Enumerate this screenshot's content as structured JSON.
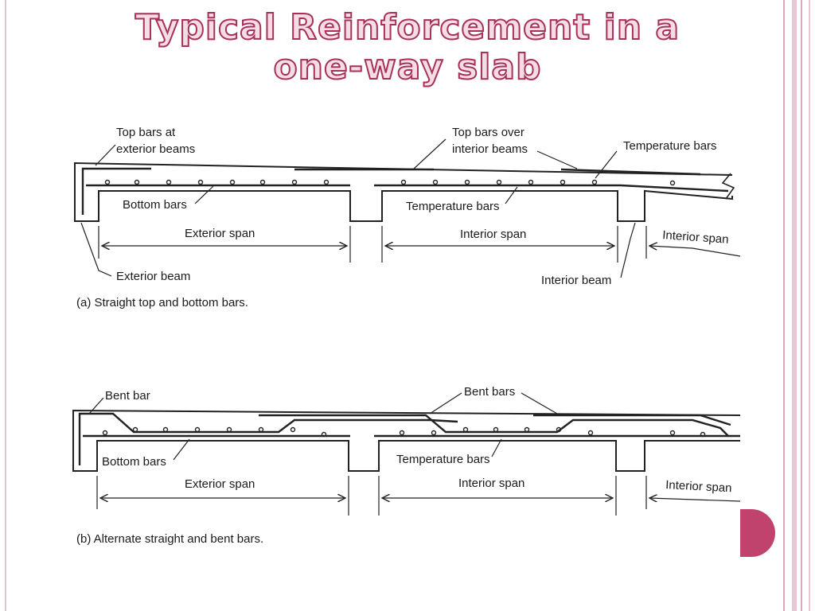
{
  "slide": {
    "title_line1": "Typical Reinforcement in a",
    "title_line2": "one-way slab",
    "accent_color": "#c0436e",
    "frame_color": "#d8a8bb"
  },
  "diagram_a": {
    "label_top_bars_exterior_1": "Top bars at",
    "label_top_bars_exterior_2": "exterior beams",
    "label_top_bars_interior_1": "Top bars over",
    "label_top_bars_interior_2": "interior beams",
    "label_temperature_bars_top": "Temperature bars",
    "label_bottom_bars": "Bottom bars",
    "label_temperature_bars": "Temperature bars",
    "label_exterior_span": "Exterior span",
    "label_interior_span": "Interior span",
    "label_interior_span_right": "Interior span",
    "label_exterior_beam": "Exterior beam",
    "label_interior_beam": "Interior beam",
    "caption": "(a)  Straight top and bottom bars."
  },
  "diagram_b": {
    "label_bent_bar": "Bent bar",
    "label_bent_bars": "Bent bars",
    "label_bottom_bars": "Bottom bars",
    "label_temperature_bars": "Temperature bars",
    "label_exterior_span": "Exterior span",
    "label_interior_span": "Interior span",
    "label_interior_span_right": "Interior span",
    "caption": "(b)  Alternate straight and bent bars."
  }
}
